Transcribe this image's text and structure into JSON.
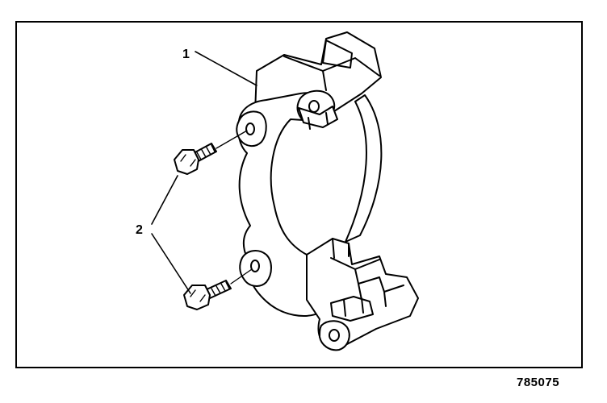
{
  "figure": {
    "callouts": [
      {
        "label": "1",
        "part": "caliper-bracket"
      },
      {
        "label": "2",
        "part": "bracket-bolts"
      }
    ],
    "figure_number": "785075"
  },
  "colors": {
    "line": "#000000",
    "fill": "#ffffff"
  }
}
